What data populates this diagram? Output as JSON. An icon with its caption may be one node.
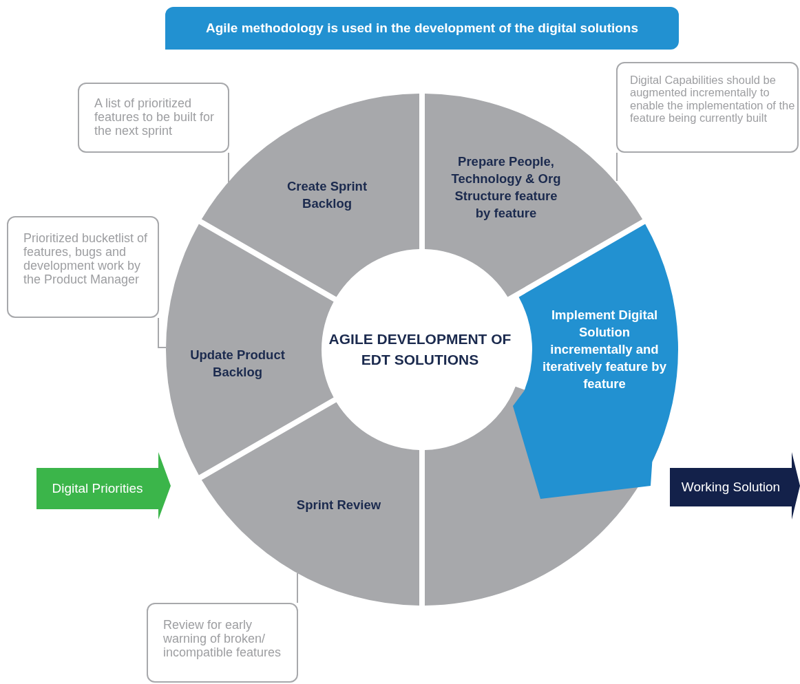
{
  "diagram": {
    "nodes": [
      {
        "text": [
          "Agile methodology is used in the development of the digital solutions"
        ]
      },
      {
        "text": [
          "A list of prioritized features to be built for the next sprint"
        ]
      },
      {
        "text": [
          "Digital Capabilities should be augmented incrementally to enable the implementation of the feature being currently built"
        ]
      },
      {
        "text": [
          "Create Sprint Backlog"
        ]
      },
      {
        "text": [
          "Prepare People, Technology & Org Structure feature by feature"
        ]
      },
      {
        "text": [
          "Prioritized bucketlist of features, bugs and development work by the Product Manager"
        ]
      },
      {
        "text": [
          "Implement Digital Solution incrementally and iteratively feature by feature"
        ]
      },
      {
        "text": [
          "Update Product Backlog"
        ]
      },
      {
        "text": [
          "Digital Priorities"
        ]
      },
      {
        "text": [
          "Sprint Review"
        ]
      },
      {
        "text": [],
        "shape": "arc"
      },
      {
        "text": [
          "Working Solution"
        ]
      },
      {
        "text": [
          "Review for early warning of broken/ incompatible features"
        ]
      }
    ],
    "edges": [
      {
        "from": 1,
        "to": 3,
        "arrow": "none"
      },
      {
        "from": 2,
        "to": 4,
        "arrow": "none"
      },
      {
        "from": 5,
        "to": 7,
        "arrow": "none"
      },
      {
        "from": 12,
        "to": 9,
        "arrow": "none"
      }
    ],
    "labels": [
      "AGILE DEVELOPMENT OF EDT SOLUTIONS"
    ]
  }
}
